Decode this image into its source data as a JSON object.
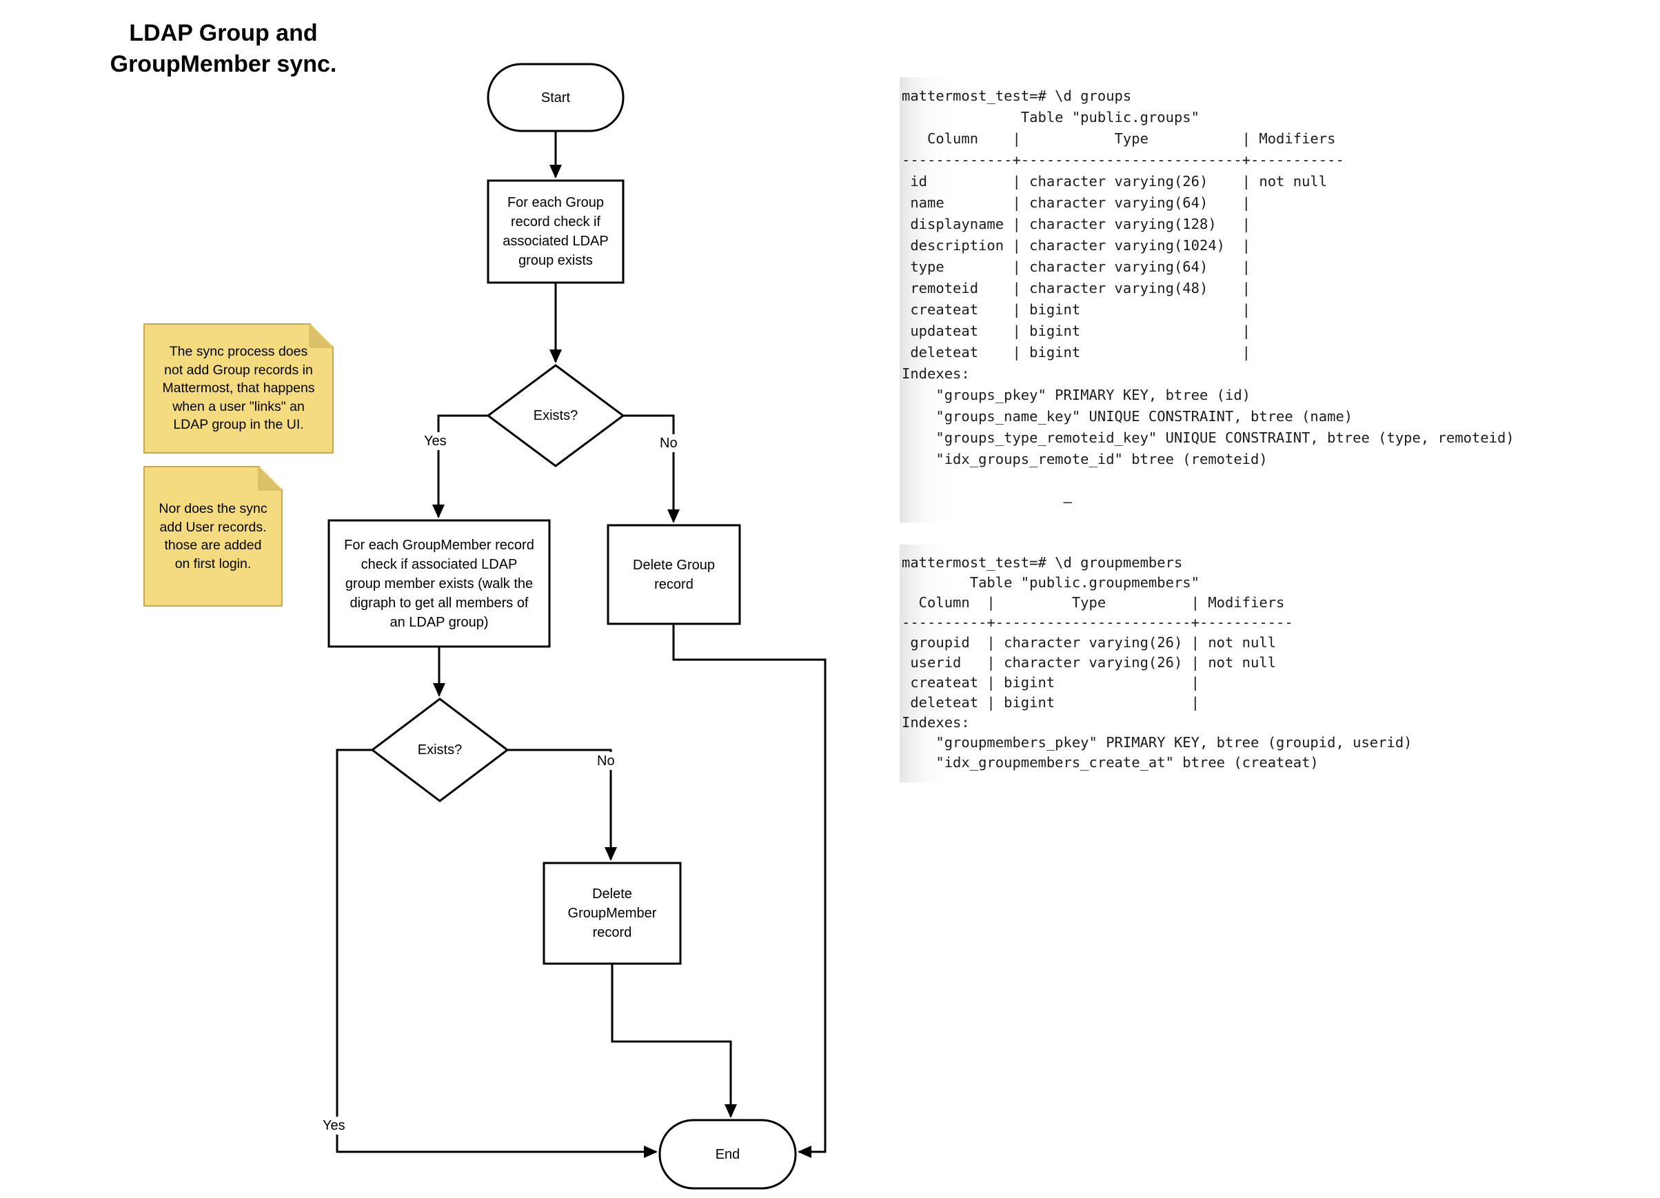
{
  "title": "LDAP Group and\nGroupMember sync.",
  "flowchart": {
    "start_label": "Start",
    "check_group_label": "For each Group\nrecord check if\nassociated LDAP\ngroup exists",
    "decision1_label": "Exists?",
    "decision1_yes": "Yes",
    "decision1_no": "No",
    "check_groupmember_label": "For each GroupMember record\ncheck if associated LDAP\ngroup member exists (walk the\ndigraph to get all members of\nan LDAP group)",
    "delete_group_label": "Delete Group\nrecord",
    "decision2_label": "Exists?",
    "decision2_yes": "Yes",
    "decision2_no": "No",
    "delete_groupmember_label": "Delete\nGroupMember\nrecord",
    "end_label": "End"
  },
  "notes": [
    {
      "text": "The sync process does\nnot add Group records in\nMattermost, that happens\nwhen a user \"links\" an\nLDAP group in the UI."
    },
    {
      "text": "Nor does the sync\nadd User records.\nthose are added\non first login."
    }
  ],
  "terminals": [
    {
      "lines": [
        "mattermost_test=# \\d groups",
        "              Table \"public.groups\"",
        "   Column    |           Type           | Modifiers",
        "-------------+--------------------------+-----------",
        " id          | character varying(26)    | not null",
        " name        | character varying(64)    |",
        " displayname | character varying(128)   |",
        " description | character varying(1024)  |",
        " type        | character varying(64)    |",
        " remoteid    | character varying(48)    |",
        " createat    | bigint                   |",
        " updateat    | bigint                   |",
        " deleteat    | bigint                   |",
        "Indexes:",
        "    \"groups_pkey\" PRIMARY KEY, btree (id)",
        "    \"groups_name_key\" UNIQUE CONSTRAINT, btree (name)",
        "    \"groups_type_remoteid_key\" UNIQUE CONSTRAINT, btree (type, remoteid)",
        "    \"idx_groups_remote_id\" btree (remoteid)",
        "",
        "                   –"
      ]
    },
    {
      "lines": [
        "mattermost_test=# \\d groupmembers",
        "        Table \"public.groupmembers\"",
        "  Column  |         Type          | Modifiers",
        "----------+-----------------------+-----------",
        " groupid  | character varying(26) | not null",
        " userid   | character varying(26) | not null",
        " createat | bigint                |",
        " deleteat | bigint                |",
        "Indexes:",
        "    \"groupmembers_pkey\" PRIMARY KEY, btree (groupid, userid)",
        "    \"idx_groupmembers_create_at\" btree (createat)"
      ]
    }
  ],
  "colors": {
    "note_fill": "#F4DB80",
    "note_border": "#C7A94D",
    "note_fold": "#DBC068",
    "shape_stroke": "#000000",
    "shape_fill": "#ffffff",
    "terminal_text": "#1b1b1b",
    "terminal_edge_gradient": "#e4e4e4"
  }
}
